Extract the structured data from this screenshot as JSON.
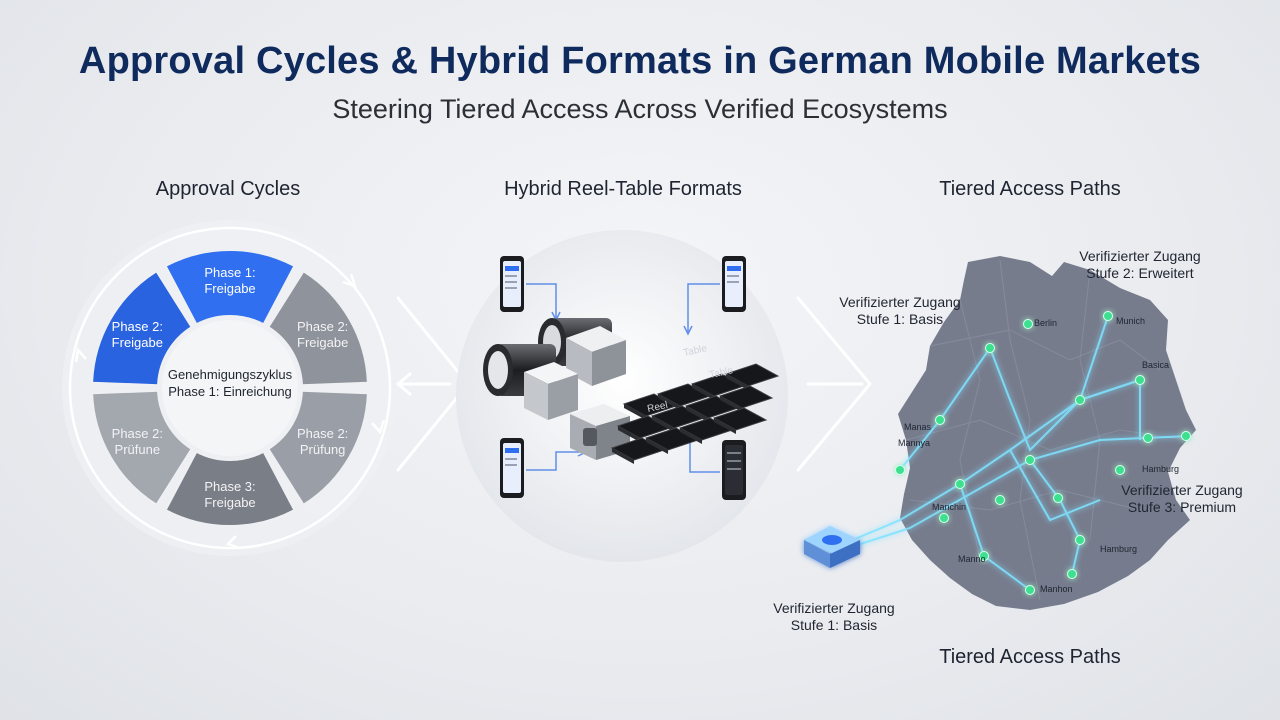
{
  "header": {
    "title": "Approval Cycles & Hybrid Formats in German Mobile Markets",
    "subtitle": "Steering Tiered Access Across Verified Ecosystems"
  },
  "sections": {
    "approval": {
      "title": "Approval Cycles",
      "center_line1": "Genehmigungszyklus",
      "center_line2": "Phase 1: Einreichung",
      "segments": [
        {
          "line1": "Phase 1:",
          "line2": "Freigabe",
          "color": "#2f6ff0"
        },
        {
          "line1": "Phase 2:",
          "line2": "Freigabe",
          "color": "#8f939b"
        },
        {
          "line1": "Phase 2:",
          "line2": "Prüfung",
          "color": "#9a9ea6"
        },
        {
          "line1": "Phase 3:",
          "line2": "Freigabe",
          "color": "#7a7e86"
        },
        {
          "line1": "Phase 2:",
          "line2": "Prüfune",
          "color": "#a3a7ae"
        },
        {
          "line1": "Phase 2:",
          "line2": "Freigabe",
          "color": "#2a63e0"
        }
      ]
    },
    "hybrid": {
      "title": "Hybrid Reel-Table Formats",
      "tile_labels": [
        "Table",
        "Table",
        "Reel"
      ]
    },
    "tiered": {
      "title": "Tiered Access Paths",
      "bottom_title": "Tiered Access Paths",
      "callouts": [
        {
          "line1": "Verifizierter Zugang",
          "line2": "Stufe 2: Erweitert"
        },
        {
          "line1": "Verifizierter Zugang",
          "line2": "Stufe 1: Basis"
        },
        {
          "line1": "Verifizierter Zugang",
          "line2": "Stufe 3: Premium"
        },
        {
          "line1": "Verifizierter Zugang",
          "line2": "Stufe 1: Basis"
        }
      ],
      "cities": [
        "Berlin",
        "Munich",
        "Basica",
        "Manas",
        "Mannya",
        "Hamburg",
        "Manchin",
        "Hamburg",
        "Manno",
        "Manhon"
      ]
    }
  },
  "colors": {
    "title": "#0f2a5c",
    "accent_blue": "#2f6ff0",
    "map_fill": "#6e7486",
    "node_green": "#3ee08f",
    "glow_cyan": "#7fe3ff"
  }
}
